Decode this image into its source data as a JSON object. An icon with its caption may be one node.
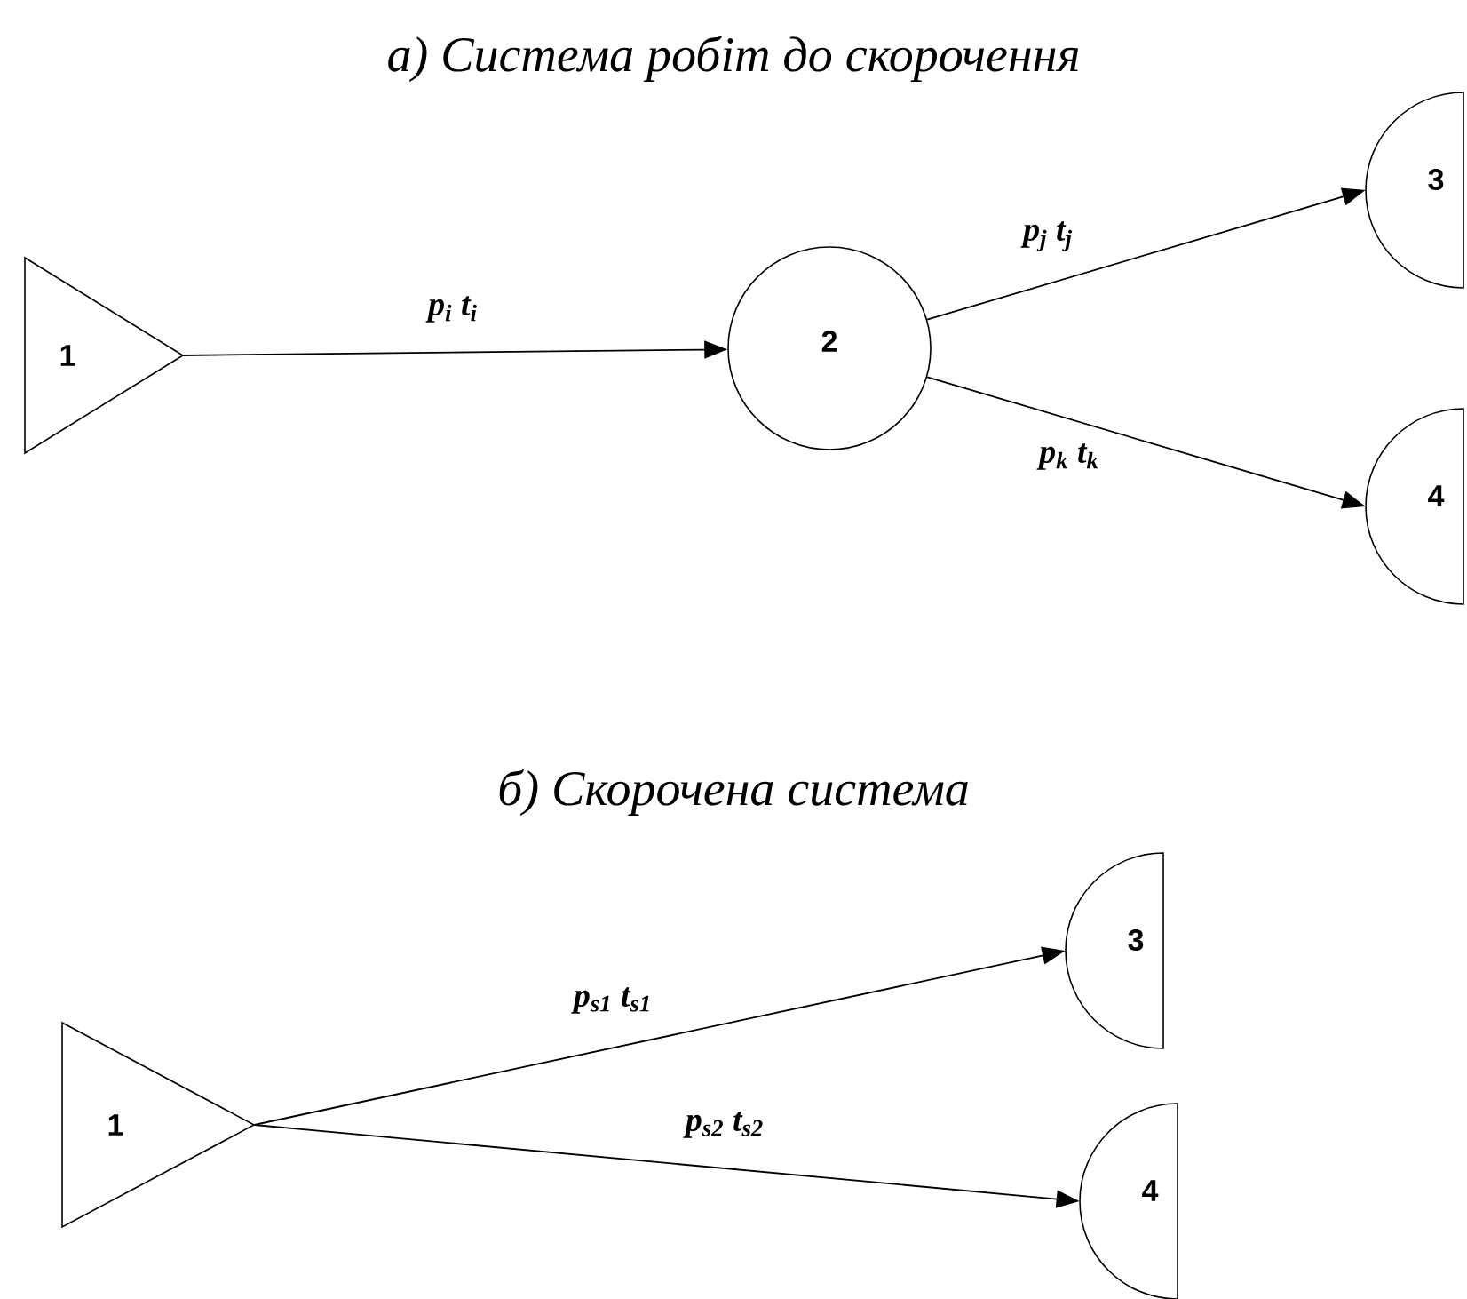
{
  "diagram": {
    "nodes": [
      {
        "text": [
          "1"
        ]
      },
      {
        "text": [
          "2"
        ]
      },
      {
        "text": [
          "3"
        ]
      },
      {
        "text": [
          "4"
        ]
      },
      {
        "text": [
          "1"
        ]
      },
      {
        "text": [
          "3"
        ]
      },
      {
        "text": [
          "4"
        ]
      }
    ],
    "edges": [
      {
        "from": 0,
        "to": 1,
        "arrow": "to",
        "label": "p$_{i}$ t$_{i}$"
      },
      {
        "from": 1,
        "to": 2,
        "arrow": "to",
        "label": "p$_{j}$ t$_{j}$"
      },
      {
        "from": 1,
        "to": 3,
        "arrow": "to",
        "label": "p$_{k}$ t$_{k}$"
      },
      {
        "from": 4,
        "to": 5,
        "arrow": "to",
        "label": "p$_{s1}$ t$_{s1}$"
      },
      {
        "from": 4,
        "to": 6,
        "arrow": "to",
        "label": "p$_{s2}$ t$_{s2}$"
      }
    ],
    "labels": [
      "а) Система робіт до скорочення",
      "б) Скорочена система"
    ]
  }
}
